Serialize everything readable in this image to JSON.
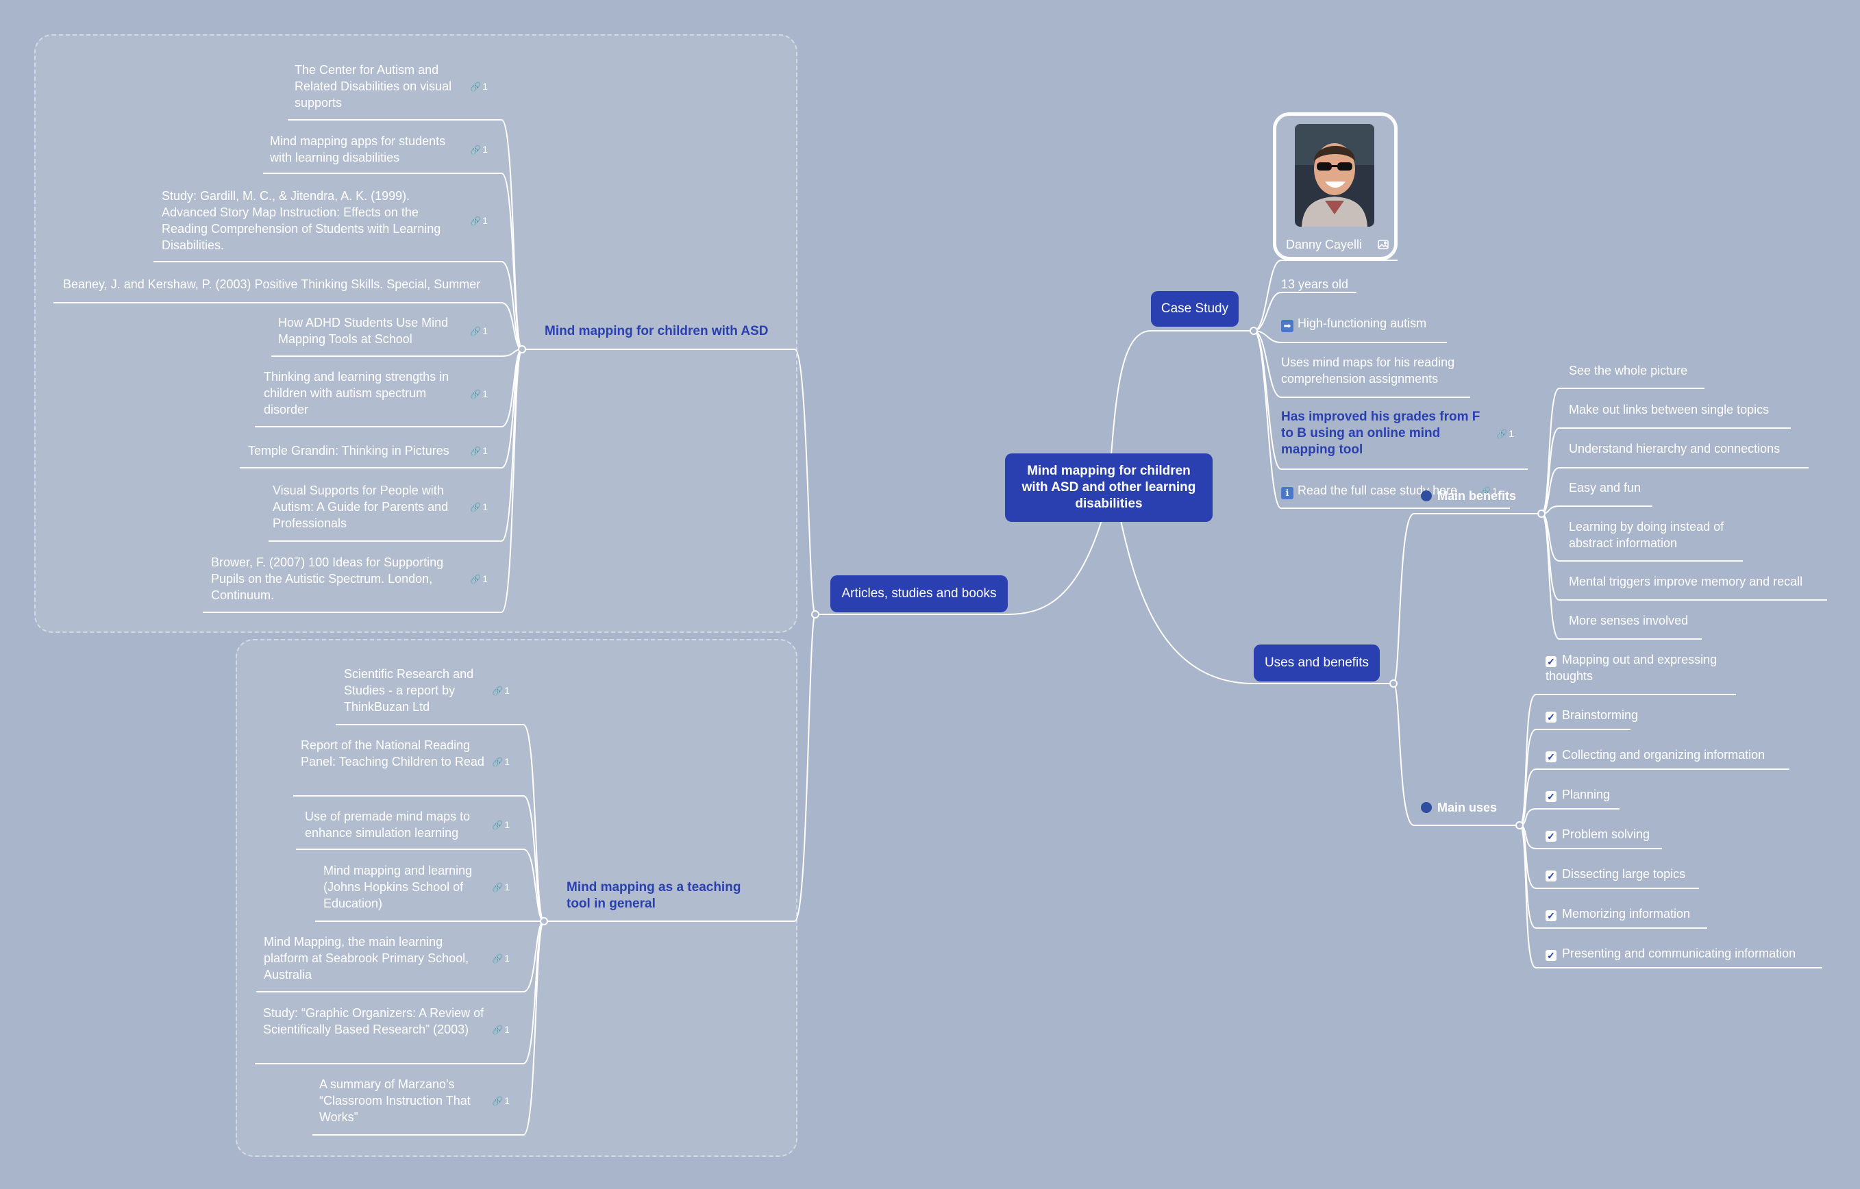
{
  "root": {
    "title": "Mind mapping for children with ASD and other learning disabilities"
  },
  "case_study": {
    "label": "Case Study",
    "photo_caption": "Danny Cayelli",
    "photo_icon": "image-icon",
    "items": [
      "13 years old",
      "High-functioning autism",
      "Uses mind maps for his reading comprehension assignments",
      "Has improved his grades from F to B using an online mind mapping tool",
      "Read the full case study here"
    ],
    "link_counts": [
      "1",
      "1"
    ],
    "emoji_icons": [
      "right-arrow-icon",
      "info-icon"
    ]
  },
  "uses": {
    "label": "Uses and benefits",
    "benefits_label": "Main benefits",
    "benefits": [
      "See the whole picture",
      "Make out links between single topics",
      "Understand hierarchy and connections",
      "Easy and fun",
      "Learning by doing instead of abstract information",
      "Mental triggers improve memory and recall",
      "More senses involved"
    ],
    "uses_label": "Main uses",
    "uses_list": [
      "Mapping out and expressing thoughts",
      "Brainstorming",
      "Collecting and organizing information",
      "Planning",
      "Problem solving",
      "Dissecting large topics",
      "Memorizing information",
      "Presenting and communicating information"
    ]
  },
  "articles": {
    "label": "Articles, studies and books",
    "asd_label": "Mind mapping for children with ASD",
    "asd_items": [
      "The Center for Autism and Related Disabilities on visual supports",
      "Mind mapping apps for students with learning disabilities",
      "Study: Gardill, M. C., & Jitendra, A. K. (1999). Advanced Story Map Instruction: Effects on the Reading Comprehension of Students with Learning Disabilities.",
      "Beaney, J. and Kershaw, P. (2003) Positive Thinking Skills. Special, Summer",
      "How ADHD Students Use Mind Mapping Tools at School",
      "Thinking and learning strengths in children with autism spectrum disorder",
      "Temple Grandin: Thinking in Pictures",
      "Visual Supports for People with Autism: A Guide for Parents and Professionals",
      "Brower, F. (2007) 100 Ideas for Supporting Pupils on the Autistic Spectrum. London, Continuum."
    ],
    "asd_links": [
      "1",
      "1",
      "1",
      "",
      "1",
      "1",
      "1",
      "1",
      "1"
    ],
    "teaching_label": "Mind mapping as a teaching tool in general",
    "teaching_items": [
      "Scientific Research and Studies - a report by ThinkBuzan Ltd",
      "Report of the National Reading Panel: Teaching Children to Read",
      "Use of premade mind maps to enhance simulation learning",
      "Mind mapping and learning (Johns Hopkins School of Education)",
      "Mind Mapping, the main learning platform at Seabrook Primary School, Australia",
      "Study: “Graphic Organizers: A Review of Scientifically Based Research” (2003)",
      "A summary of Marzano's “Classroom Instruction That Works”"
    ],
    "teaching_links": [
      "1",
      "1",
      "1",
      "1",
      "1",
      "1",
      "1"
    ]
  },
  "icons": {
    "link": "link-icon",
    "checkbox": "checkbox-checked-icon",
    "bullet": "dot-icon"
  },
  "colors": {
    "background": "#a9b5ca",
    "accent": "#2a40b0",
    "line": "#ffffff"
  }
}
